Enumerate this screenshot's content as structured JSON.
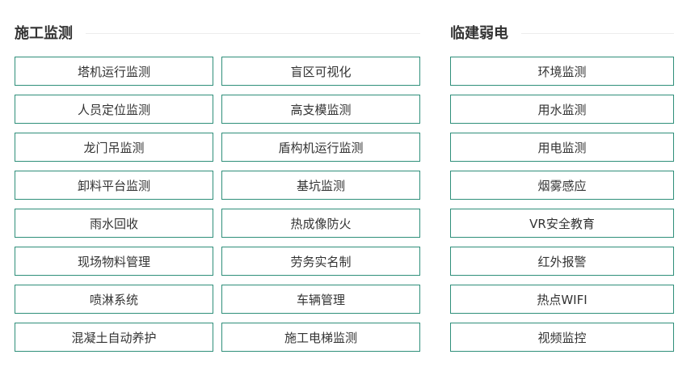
{
  "construction": {
    "title": "施工监测",
    "left_col": [
      "塔机运行监测",
      "人员定位监测",
      "龙门吊监测",
      "卸料平台监测",
      "雨水回收",
      "现场物料管理",
      "喷淋系统",
      "混凝土自动养护"
    ],
    "right_col": [
      "盲区可视化",
      "高支模监测",
      "盾构机运行监测",
      "基坑监测",
      "热成像防火",
      "劳务实名制",
      "车辆管理",
      "施工电梯监测"
    ]
  },
  "weak_current": {
    "title": "临建弱电",
    "items": [
      "环境监测",
      "用水监测",
      "用电监测",
      "烟雾感应",
      "VR安全教育",
      "红外报警",
      "热点WIFI",
      "视频监控"
    ]
  },
  "colors": {
    "border": "#2f8f7a",
    "text": "#333333",
    "divider": "#ececec"
  }
}
